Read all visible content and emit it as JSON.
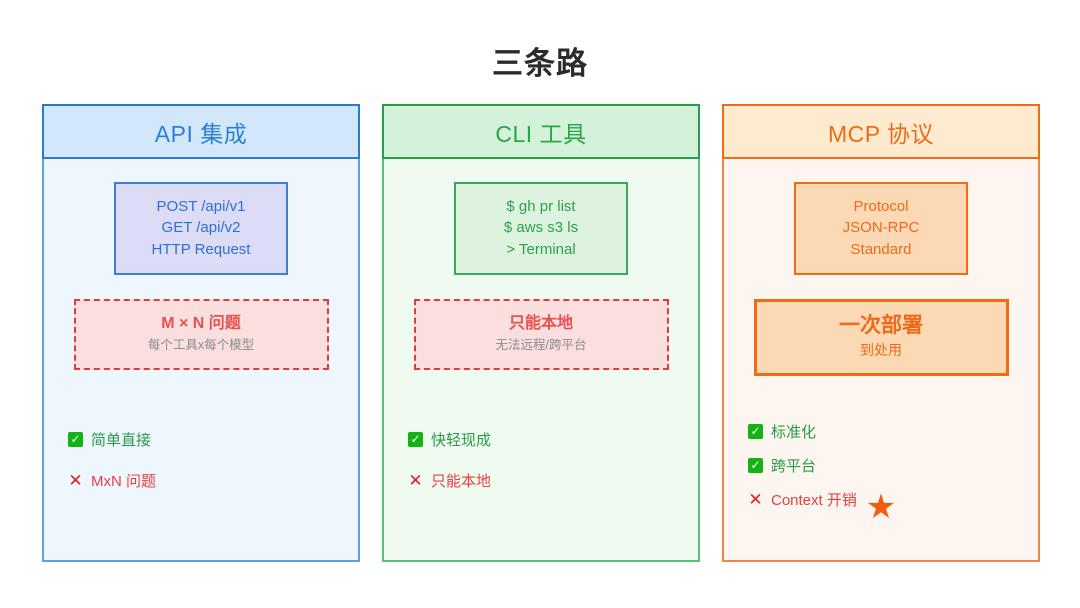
{
  "page": {
    "title": "三条路"
  },
  "columns": [
    {
      "id": "api",
      "header": "API 集成",
      "accent": "#2d7fd6",
      "code_box": "POST /api/v1\nGET /api/v2\nHTTP Request",
      "note": {
        "kind": "problem",
        "main": "M × N 问题",
        "sub": "每个工具x每个模型"
      },
      "bullets": [
        {
          "type": "good",
          "glyph": "✓",
          "label": "简单直接"
        },
        {
          "type": "bad",
          "glyph": "✕",
          "label": "MxN 问题"
        }
      ],
      "star": ""
    },
    {
      "id": "cli",
      "header": "CLI 工具",
      "accent": "#28a745",
      "code_box": "$ gh pr list\n$ aws s3 ls\n> Terminal",
      "note": {
        "kind": "problem",
        "main": "只能本地",
        "sub": "无法远程/跨平台"
      },
      "bullets": [
        {
          "type": "good",
          "glyph": "✓",
          "label": "快轻现成"
        },
        {
          "type": "bad",
          "glyph": "✕",
          "label": "只能本地"
        }
      ],
      "star": ""
    },
    {
      "id": "mcp",
      "header": "MCP 协议",
      "accent": "#ef6c14",
      "code_box": "Protocol\nJSON-RPC\nStandard",
      "note": {
        "kind": "win",
        "main": "一次部署",
        "sub": "到处用"
      },
      "bullets": [
        {
          "type": "good",
          "glyph": "✓",
          "label": "标准化"
        },
        {
          "type": "good",
          "glyph": "✓",
          "label": "跨平台"
        },
        {
          "type": "bad",
          "glyph": "✕",
          "label": "Context 开销"
        }
      ],
      "star": "★"
    }
  ]
}
